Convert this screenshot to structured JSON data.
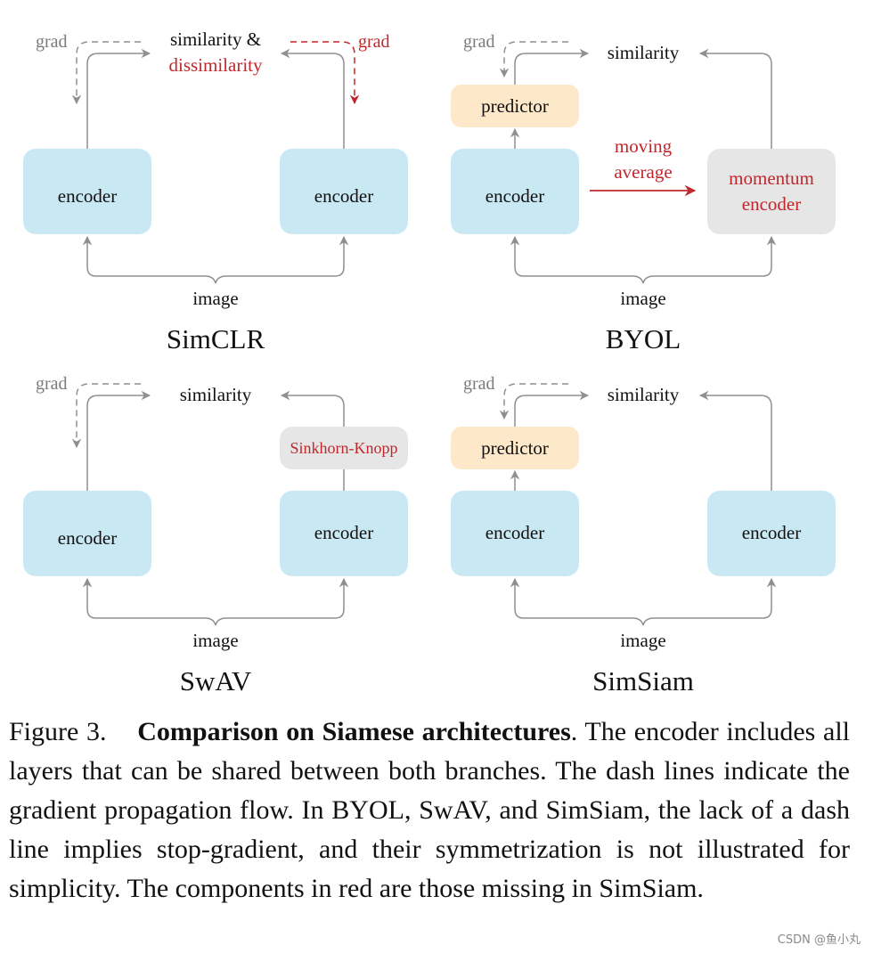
{
  "colors": {
    "encoder": "#c8e9f3",
    "predictor": "#fde8c9",
    "gray_box": "#e6e6e6",
    "missing_red": "#c0272d",
    "arrow": "#8f8f8f",
    "text": "#111111"
  },
  "panels": [
    {
      "id": "simclr",
      "title": "SimCLR",
      "similarity": "similarity &",
      "similarity_red": "dissimilarity",
      "left_encoder": "encoder",
      "right_encoder": "encoder",
      "image": "image",
      "grad_left": "grad",
      "grad_right": "grad"
    },
    {
      "id": "byol",
      "title": "BYOL",
      "similarity": "similarity",
      "predictor": "predictor",
      "left_encoder": "encoder",
      "momentum": [
        "momentum",
        "encoder"
      ],
      "moving_average": [
        "moving",
        "average"
      ],
      "image": "image",
      "grad_left": "grad"
    },
    {
      "id": "swav",
      "title": "SwAV",
      "similarity": "similarity",
      "left_encoder": "encoder",
      "right_encoder": "encoder",
      "sinkhorn": "Sinkhorn-Knopp",
      "image": "image",
      "grad_left": "grad"
    },
    {
      "id": "simsiam",
      "title": "SimSiam",
      "similarity": "similarity",
      "predictor": "predictor",
      "left_encoder": "encoder",
      "right_encoder": "encoder",
      "image": "image",
      "grad_left": "grad"
    }
  ],
  "caption": {
    "label": "Figure 3.",
    "bold": "Comparison on Siamese architectures",
    "rest": ". The encoder includes all layers that can be shared between both branches. The dash lines indicate the gradient propagation flow. In BYOL, SwAV, and SimSiam, the lack of a dash line implies stop-gradient, and their symmetrization is not illustrated for simplicity. The components in red are those missing in SimSiam."
  },
  "watermark": "CSDN @鱼小丸"
}
